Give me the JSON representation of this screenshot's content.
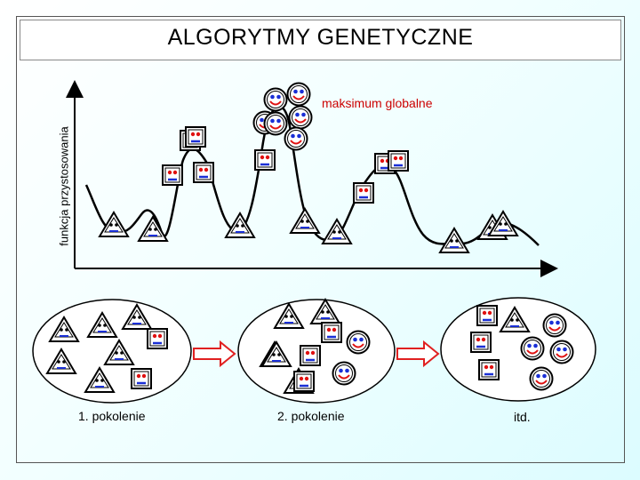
{
  "title": "ALGORYTMY GENETYCZNE",
  "fitness_plot": {
    "y_axis_label": "funkcja przystosowania",
    "peak_label": "maksimum globalne"
  },
  "generations": {
    "first_label": "1. pokolenie",
    "second_label": "2. pokolenie",
    "etc_label": "itd."
  },
  "colors": {
    "curve": "#000000",
    "face_eye": "#1a2fd6",
    "face_mouth": "#e01010",
    "square_mouth": "#1a2fd6",
    "arrow": "#e02020",
    "peak_label": "#cc0000"
  },
  "icons": [
    "triangle-individual-icon",
    "square-individual-icon",
    "smiley-individual-icon",
    "right-arrow-icon"
  ]
}
